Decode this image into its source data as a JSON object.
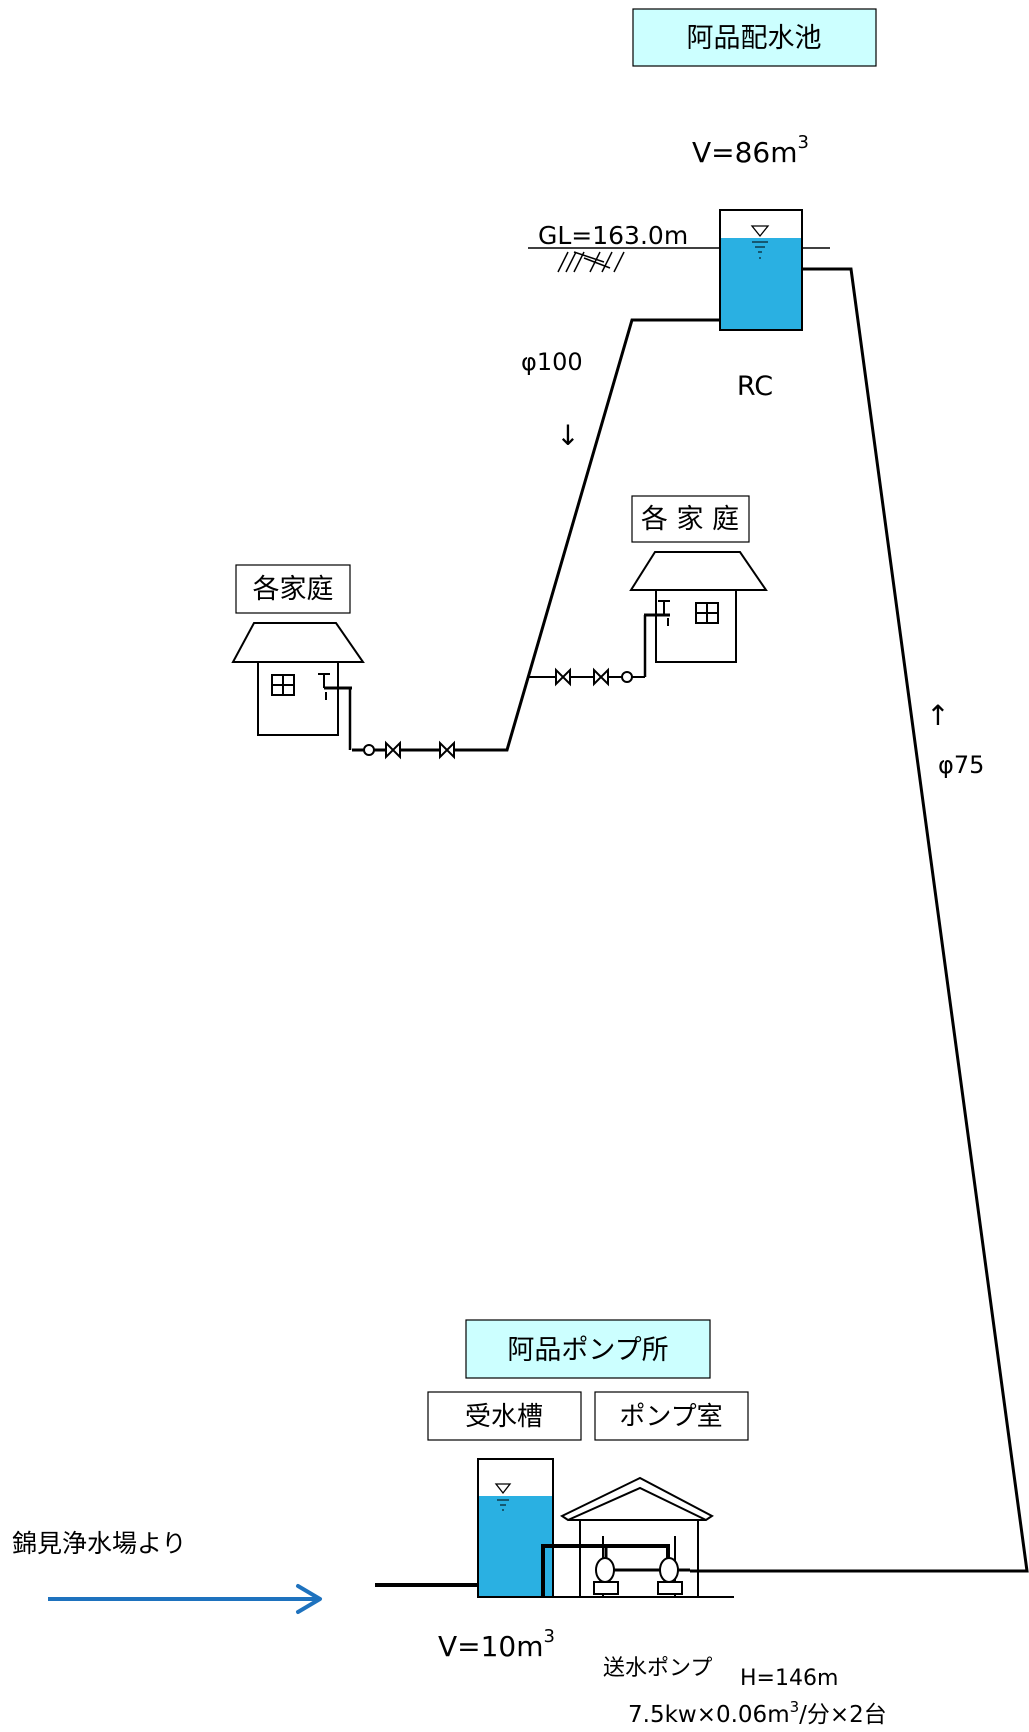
{
  "reservoir": {
    "name": "阿品配水池",
    "volume_prefix": "V=86m",
    "volume_sup": "3",
    "gl_label": "GL=163.0m",
    "structure": "RC"
  },
  "pipes": {
    "distribution_size": "φ100",
    "distribution_arrow": "↓",
    "supply_size": "φ75",
    "supply_arrow": "↑"
  },
  "households": {
    "left_label": "各家庭",
    "right_label": "各 家 庭"
  },
  "pump_station": {
    "name": "阿品ポンプ所",
    "tank_label": "受水槽",
    "room_label": "ポンプ室",
    "tank_volume_prefix": "V=10m",
    "tank_volume_sup": "3",
    "pump_name": "送水ポンプ",
    "pump_head": "H=146m",
    "pump_spec_a": "7.5kw×0.06m",
    "pump_spec_sup": "3",
    "pump_spec_b": "/分×2台"
  },
  "source": {
    "label": "錦見浄水場より"
  },
  "colors": {
    "label_box_fill": "#ccffff",
    "water_fill": "#2ab0e2",
    "arrow": "#1e72be"
  }
}
